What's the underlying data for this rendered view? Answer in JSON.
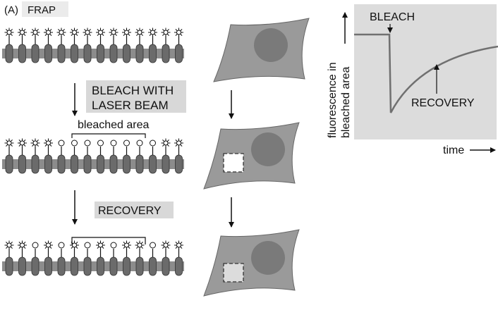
{
  "panel_label": "(A)",
  "technique_label": "FRAP",
  "steps": {
    "bleach_label_line1": "BLEACH WITH",
    "bleach_label_line2": "LASER BEAM",
    "bleached_area_label": "bleached area",
    "recovery_label": "RECOVERY"
  },
  "graph": {
    "ylabel_line1": "fluorescence in",
    "ylabel_line2": "bleached area",
    "xlabel": "time",
    "bleach_annotation": "BLEACH",
    "recovery_annotation": "RECOVERY"
  },
  "colors": {
    "membrane": "#8c8c8c",
    "protein": "#6b6b6b",
    "cell": "#9a9a9a",
    "nucleus": "#7a7a7a",
    "label_bg": "#d8d8d8",
    "graph_bg": "#dcdcdc",
    "curve": "#707070"
  },
  "rows": [
    {
      "name": "before",
      "fluorescent": [
        1,
        1,
        1,
        1,
        1,
        1,
        1,
        1,
        1,
        1,
        1,
        1,
        1,
        1
      ]
    },
    {
      "name": "after-bleach",
      "fluorescent": [
        1,
        1,
        1,
        1,
        0,
        0,
        0,
        0,
        0,
        0,
        0,
        0,
        1,
        1
      ]
    },
    {
      "name": "after-recovery",
      "fluorescent": [
        1,
        1,
        0,
        1,
        0,
        1,
        0,
        1,
        0,
        1,
        1,
        0,
        1,
        1
      ]
    }
  ]
}
